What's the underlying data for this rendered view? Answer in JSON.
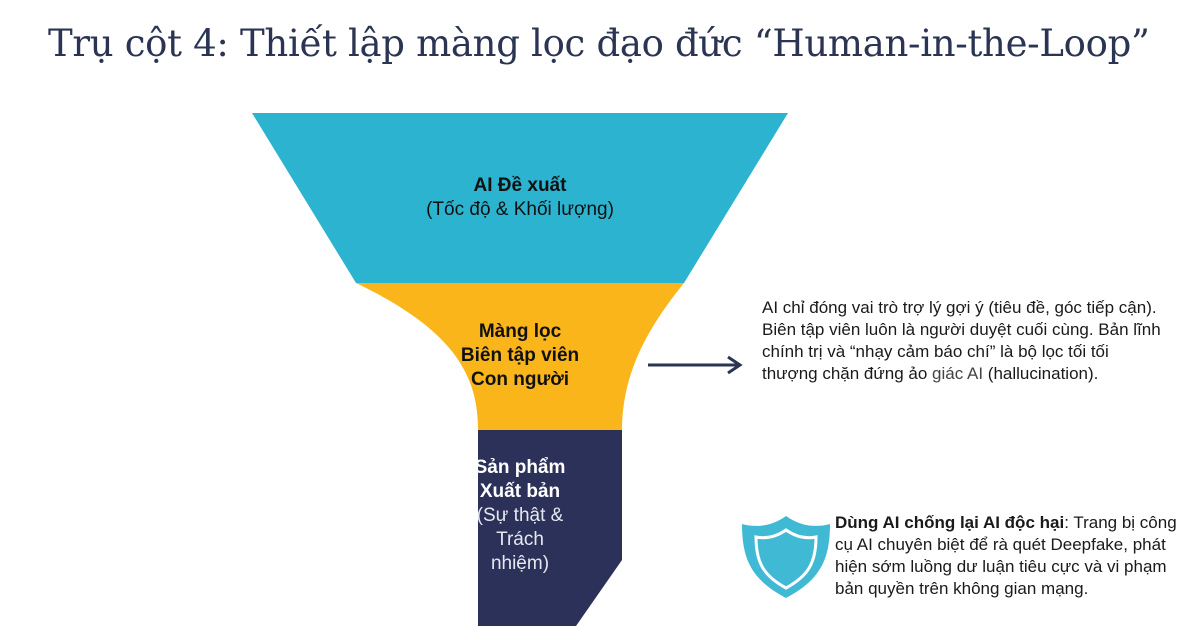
{
  "title": "Trụ cột 4: Thiết lập màng lọc đạo đức “Human-in-the-Loop”",
  "funnel": {
    "stages": [
      {
        "bold_lines": [
          "AI Đề xuất"
        ],
        "normal_lines": [
          "(Tốc độ & Khối lượng)"
        ],
        "color": "#2bb3cf"
      },
      {
        "bold_lines": [
          "Màng lọc",
          "Biên tập viên",
          "Con người"
        ],
        "normal_lines": [],
        "color": "#f9b51a"
      },
      {
        "bold_lines": [
          "Sản phẩm",
          "Xuất bản"
        ],
        "normal_lines": [
          "(Sự thật &",
          "Trách nhiệm)"
        ],
        "color": "#2b3158"
      }
    ]
  },
  "callout": {
    "text": "AI chỉ đóng vai trò trợ lý gợi ý (tiêu đề, góc tiếp cận). Biên tập viên luôn là người duyệt cuối cùng. Bản lĩnh chính trị và “nhạy cảm báo chí” là bộ lọc tối tối thượng chặn đứng ảo",
    "emph": " giác AI",
    "tail": " (hallucination)."
  },
  "bottom_note": {
    "icon": "shield-icon",
    "bold": "Dùng AI chống lại AI độc hại",
    "text": ": Trang bị công cụ AI chuyên biệt để rà quét Deepfake, phát hiện sớm luồng dư luận tiêu cực và vi phạm bản quyền trên không gian mạng."
  },
  "colors": {
    "title": "#2b3553",
    "arrow": "#2b3553",
    "shield": "#2bb3cf"
  }
}
